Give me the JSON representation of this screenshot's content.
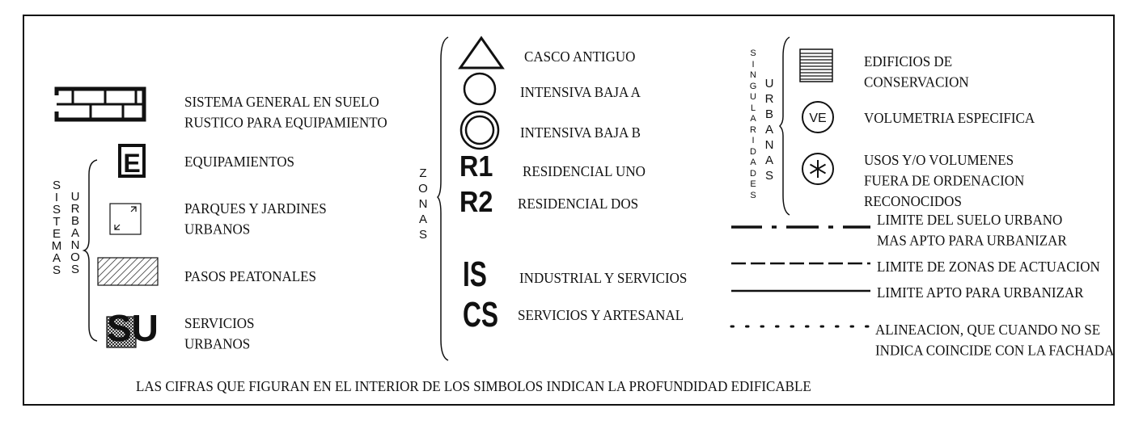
{
  "legend": {
    "sistema_general": "SISTEMA GENERAL EN SUELO\nRUSTICO PARA EQUIPAMIENTO",
    "sistemas_label": "SISTEMAS",
    "urbanos_label": "URBANOS",
    "equipamientos": "EQUIPAMIENTOS",
    "equip_symbol": "E",
    "parques": "PARQUES Y JARDINES\nURBANOS",
    "pasos": "PASOS PEATONALES",
    "servicios": "SERVICIOS\nURBANOS",
    "su_symbol": "SU",
    "zonas_label": "ZONAS",
    "casco": "CASCO ANTIGUO",
    "intensiva_a": "INTENSIVA BAJA A",
    "intensiva_b": "INTENSIVA BAJA B",
    "r1_symbol": "R1",
    "r1_label": "RESIDENCIAL UNO",
    "r2_symbol": "R2",
    "r2_label": "RESIDENCIAL DOS",
    "is_symbol": "IS",
    "is_label": "INDUSTRIAL Y SERVICIOS",
    "cs_symbol": "CS",
    "cs_label": "SERVICIOS Y ARTESANAL",
    "singularidades_label": "SINGULARIDADES",
    "urbanas_label": "URBANAS",
    "edificios": "EDIFICIOS DE\nCONSERVACION",
    "ve_symbol": "VE",
    "volumetria": "VOLUMETRIA ESPECIFICA",
    "usos": "USOS Y/O VOLUMENES\nFUERA DE ORDENACION\nRECONOCIDOS",
    "limite_suelo": "LIMITE DEL SUELO URBANO\nMAS APTO PARA URBANIZAR",
    "limite_zonas": "LIMITE DE ZONAS DE ACTUACION",
    "limite_apto": "LIMITE APTO PARA URBANIZAR",
    "alineacion": "ALINEACION, QUE CUANDO NO SE\nINDICA COINCIDE CON LA FACHADA",
    "footer": "LAS CIFRAS QUE FIGURAN EN EL INTERIOR DE LOS SIMBOLOS INDICAN LA PROFUNDIDAD EDIFICABLE"
  }
}
